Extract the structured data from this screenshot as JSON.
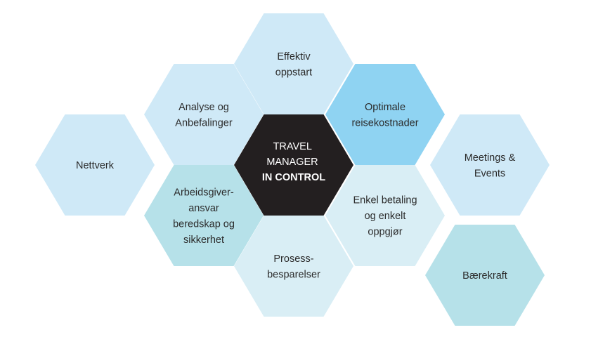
{
  "center": {
    "lines": [
      "TRAVEL",
      "MANAGER"
    ],
    "bold_line": "IN CONTROL",
    "color": "#231f20"
  },
  "hexagons": [
    {
      "id": "effektiv-oppstart",
      "lines": [
        "Effektiv",
        "oppstart"
      ],
      "color": "#cfe9f7"
    },
    {
      "id": "analyse",
      "lines": [
        "Analyse og",
        "Anbefalinger"
      ],
      "color": "#cfe9f7"
    },
    {
      "id": "optimale",
      "lines": [
        "Optimale",
        "reisekostnader"
      ],
      "color": "#8fd3f2"
    },
    {
      "id": "nettverk",
      "lines": [
        "Nettverk"
      ],
      "color": "#cfe9f7"
    },
    {
      "id": "meetings",
      "lines": [
        "Meetings &",
        "Events"
      ],
      "color": "#cfe9f7"
    },
    {
      "id": "arbeidsgiver",
      "lines": [
        "Arbeidsgiver-",
        "ansvar",
        "beredskap og",
        "sikkerhet"
      ],
      "color": "#b6e1e9"
    },
    {
      "id": "enkel-betaling",
      "lines": [
        "Enkel betaling",
        "og enkelt",
        "oppgjør"
      ],
      "color": "#d9eef5"
    },
    {
      "id": "prosess",
      "lines": [
        "Prosess-",
        "besparelser"
      ],
      "color": "#d9eef5"
    },
    {
      "id": "baerekraft",
      "lines": [
        "Bærekraft"
      ],
      "color": "#b6e1e9"
    }
  ]
}
